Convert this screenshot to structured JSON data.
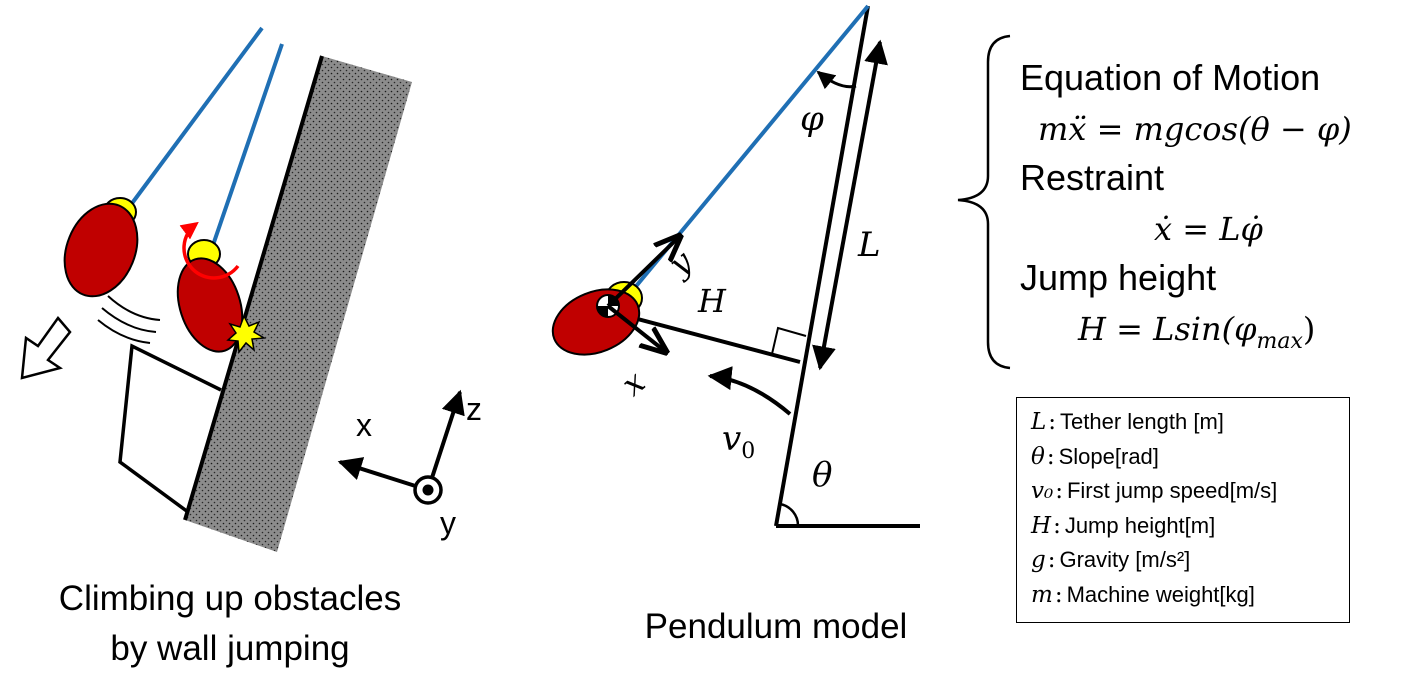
{
  "left_panel": {
    "caption_line1": "Climbing up obstacles",
    "caption_line2": "by wall jumping",
    "axis_x": "x",
    "axis_y": "y",
    "axis_z": "z"
  },
  "middle_panel": {
    "caption": "Pendulum model",
    "label_phi": "φ",
    "label_L": "L",
    "label_H": "H",
    "label_y": "y",
    "label_x": "x",
    "label_v0": "v",
    "label_v0_sub": "0",
    "label_theta": "θ"
  },
  "equations": {
    "eom_title": "Equation of Motion",
    "eom": "mẍ = mgcos(θ − φ)",
    "restraint_title": "Restraint",
    "restraint": "ẋ = Lφ̇",
    "jump_title": "Jump height",
    "jump": "H = Lsin(φ",
    "jump_sub": "max",
    "jump_close": ")"
  },
  "legend": [
    {
      "symbol": "L",
      "text": "Tether length [m]"
    },
    {
      "symbol": "θ",
      "text": "Slope[rad]"
    },
    {
      "symbol": "v₀",
      "text": "First jump speed[m/s]"
    },
    {
      "symbol": "H",
      "text": "Jump height[m]"
    },
    {
      "symbol": "g",
      "text": "Gravity [m/s²]"
    },
    {
      "symbol": "m",
      "text": "Machine weight[kg]"
    }
  ],
  "colors": {
    "tether": "#1f6fb4",
    "robot_body": "#c00000",
    "robot_head": "#ffff00",
    "rotation_arrow": "#ff0000",
    "wall": "#8c8c8c"
  }
}
